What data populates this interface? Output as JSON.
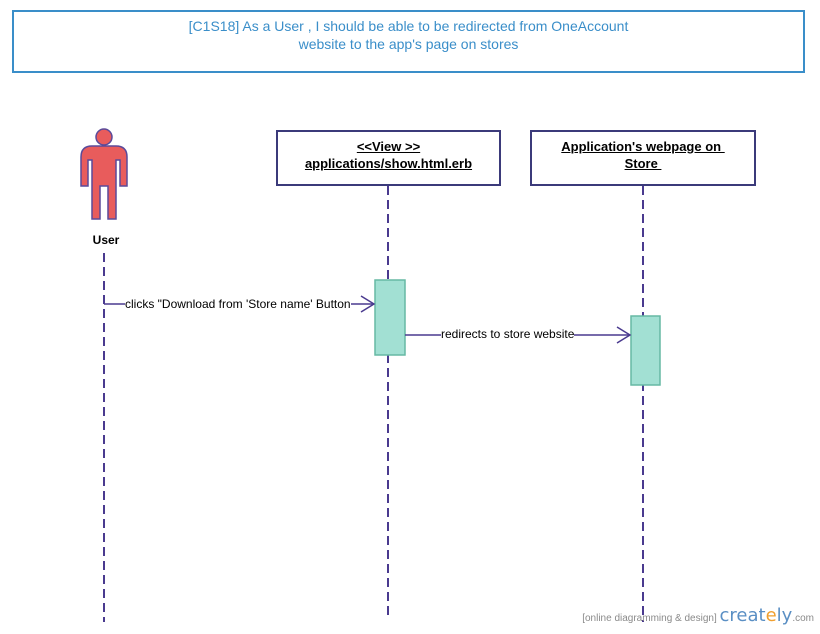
{
  "title": {
    "line1": "[C1S18] As a User , I should be able to be redirected from OneAccount",
    "line2": "website to the app's page on stores"
  },
  "actor": {
    "label": "User",
    "color": "#e85c5c"
  },
  "lifelines": [
    {
      "line1": "<<View >>",
      "line2": "applications/show.html.erb"
    },
    {
      "line1": "Application's webpage on ",
      "line2": "Store "
    }
  ],
  "messages": [
    {
      "label": "clicks \"Download from 'Store name' Button"
    },
    {
      "label": "redirects to store website"
    }
  ],
  "watermark": {
    "tagline": "[online diagramming & design]",
    "brand_pre": "creat",
    "brand_dot": "e",
    "brand_post": "ly",
    "brand_suffix": ".com"
  },
  "colors": {
    "border": "#3b3a7a",
    "title": "#3a8ec9",
    "activation_fill": "#a2e0d3",
    "activation_stroke": "#66b9a4",
    "lifeline_dash": "#4a3a8f"
  }
}
